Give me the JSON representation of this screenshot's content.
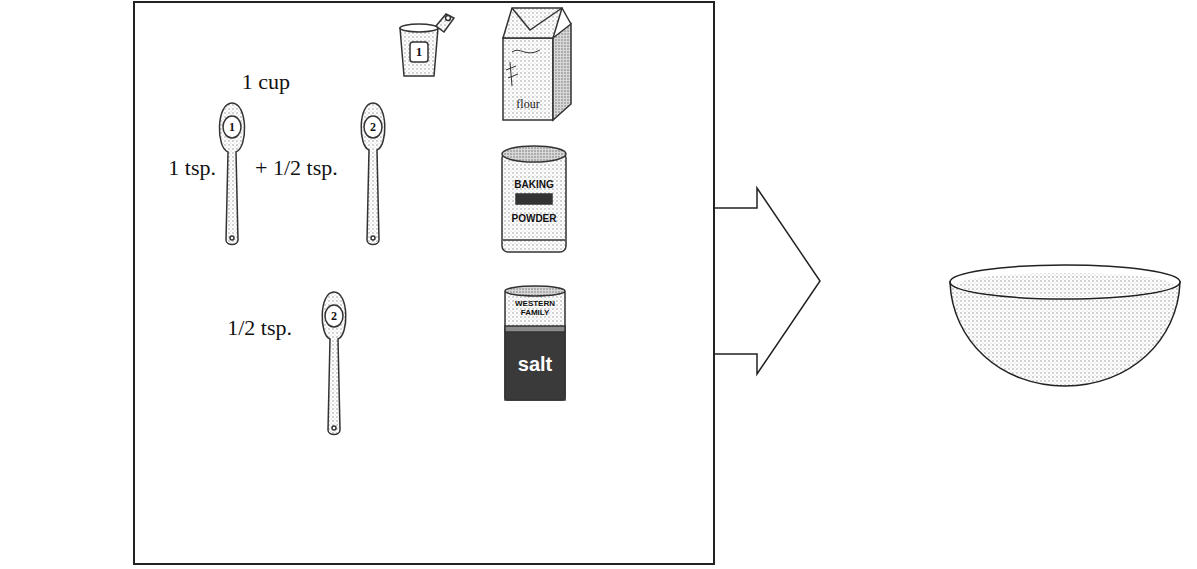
{
  "diagram": {
    "nodes": [
      {
        "text": [
          "1 cup",
          "1 tsp.",
          "+ 1/2 tsp.",
          "1/2 tsp."
        ]
      }
    ],
    "labels": [
      "1",
      "1",
      "2",
      "2",
      "flour",
      "BAKING",
      "POWDER",
      "WESTERN FAMILY",
      "salt"
    ]
  }
}
